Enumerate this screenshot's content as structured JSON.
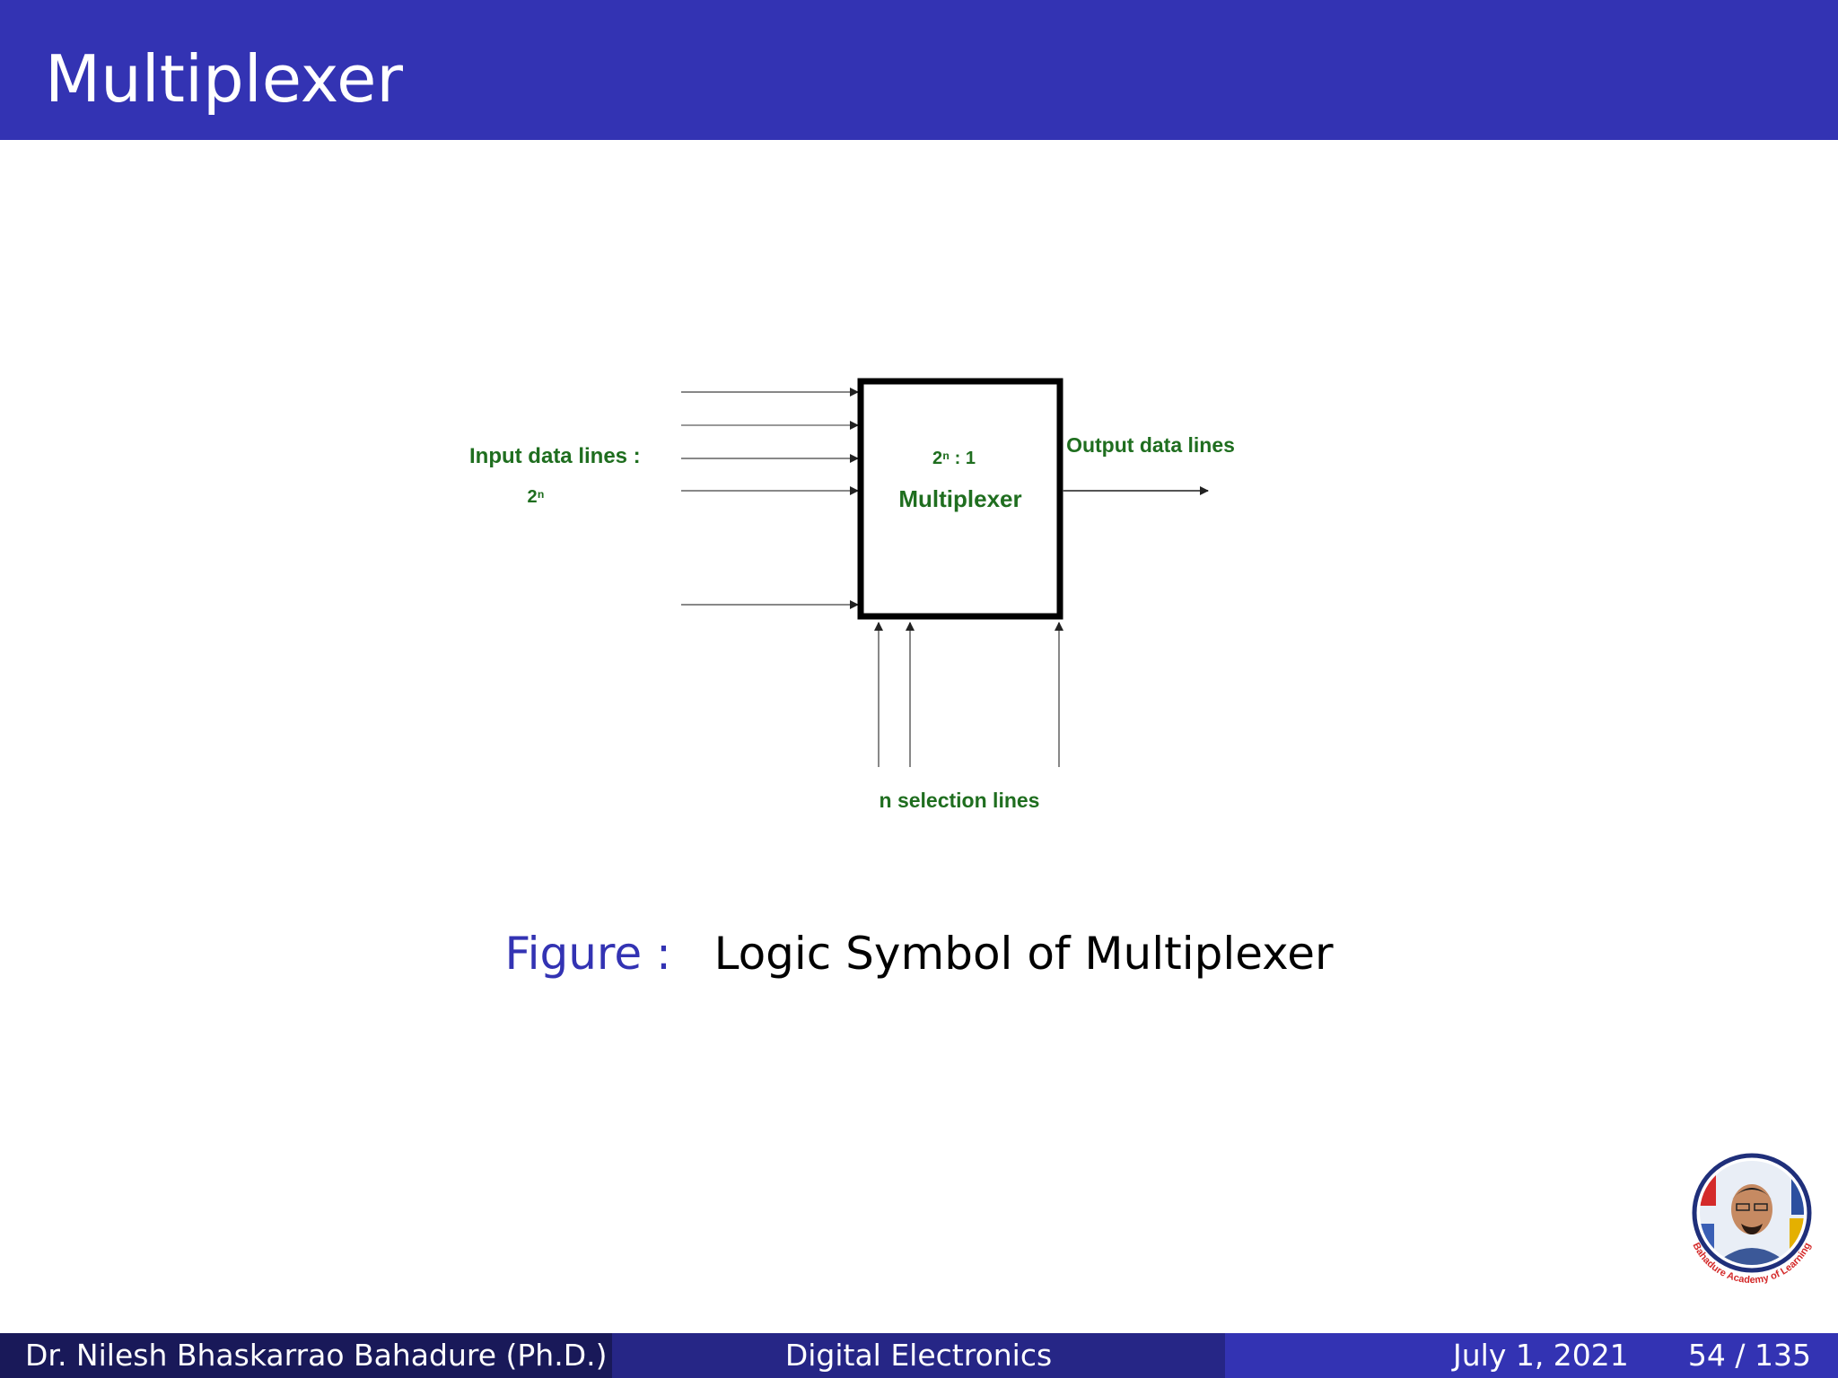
{
  "slide": {
    "title": "Multiplexer"
  },
  "diagram": {
    "input_label_line1": "Input data lines :",
    "input_label_line2": "2ⁿ",
    "block_label_line1": "2ⁿ : 1",
    "block_label_line2": "Multiplexer",
    "output_label": "Output data lines",
    "selection_label": "n selection lines"
  },
  "caption": {
    "prefix": "Figure :",
    "text": "Logic Symbol of Multiplexer"
  },
  "logo": {
    "text": "Bahadure Academy of Learning"
  },
  "footer": {
    "author": "Dr. Nilesh Bhaskarrao Bahadure  (Ph.D.)",
    "course": "Digital Electronics",
    "date": "July 1, 2021",
    "page": "54 / 135"
  }
}
